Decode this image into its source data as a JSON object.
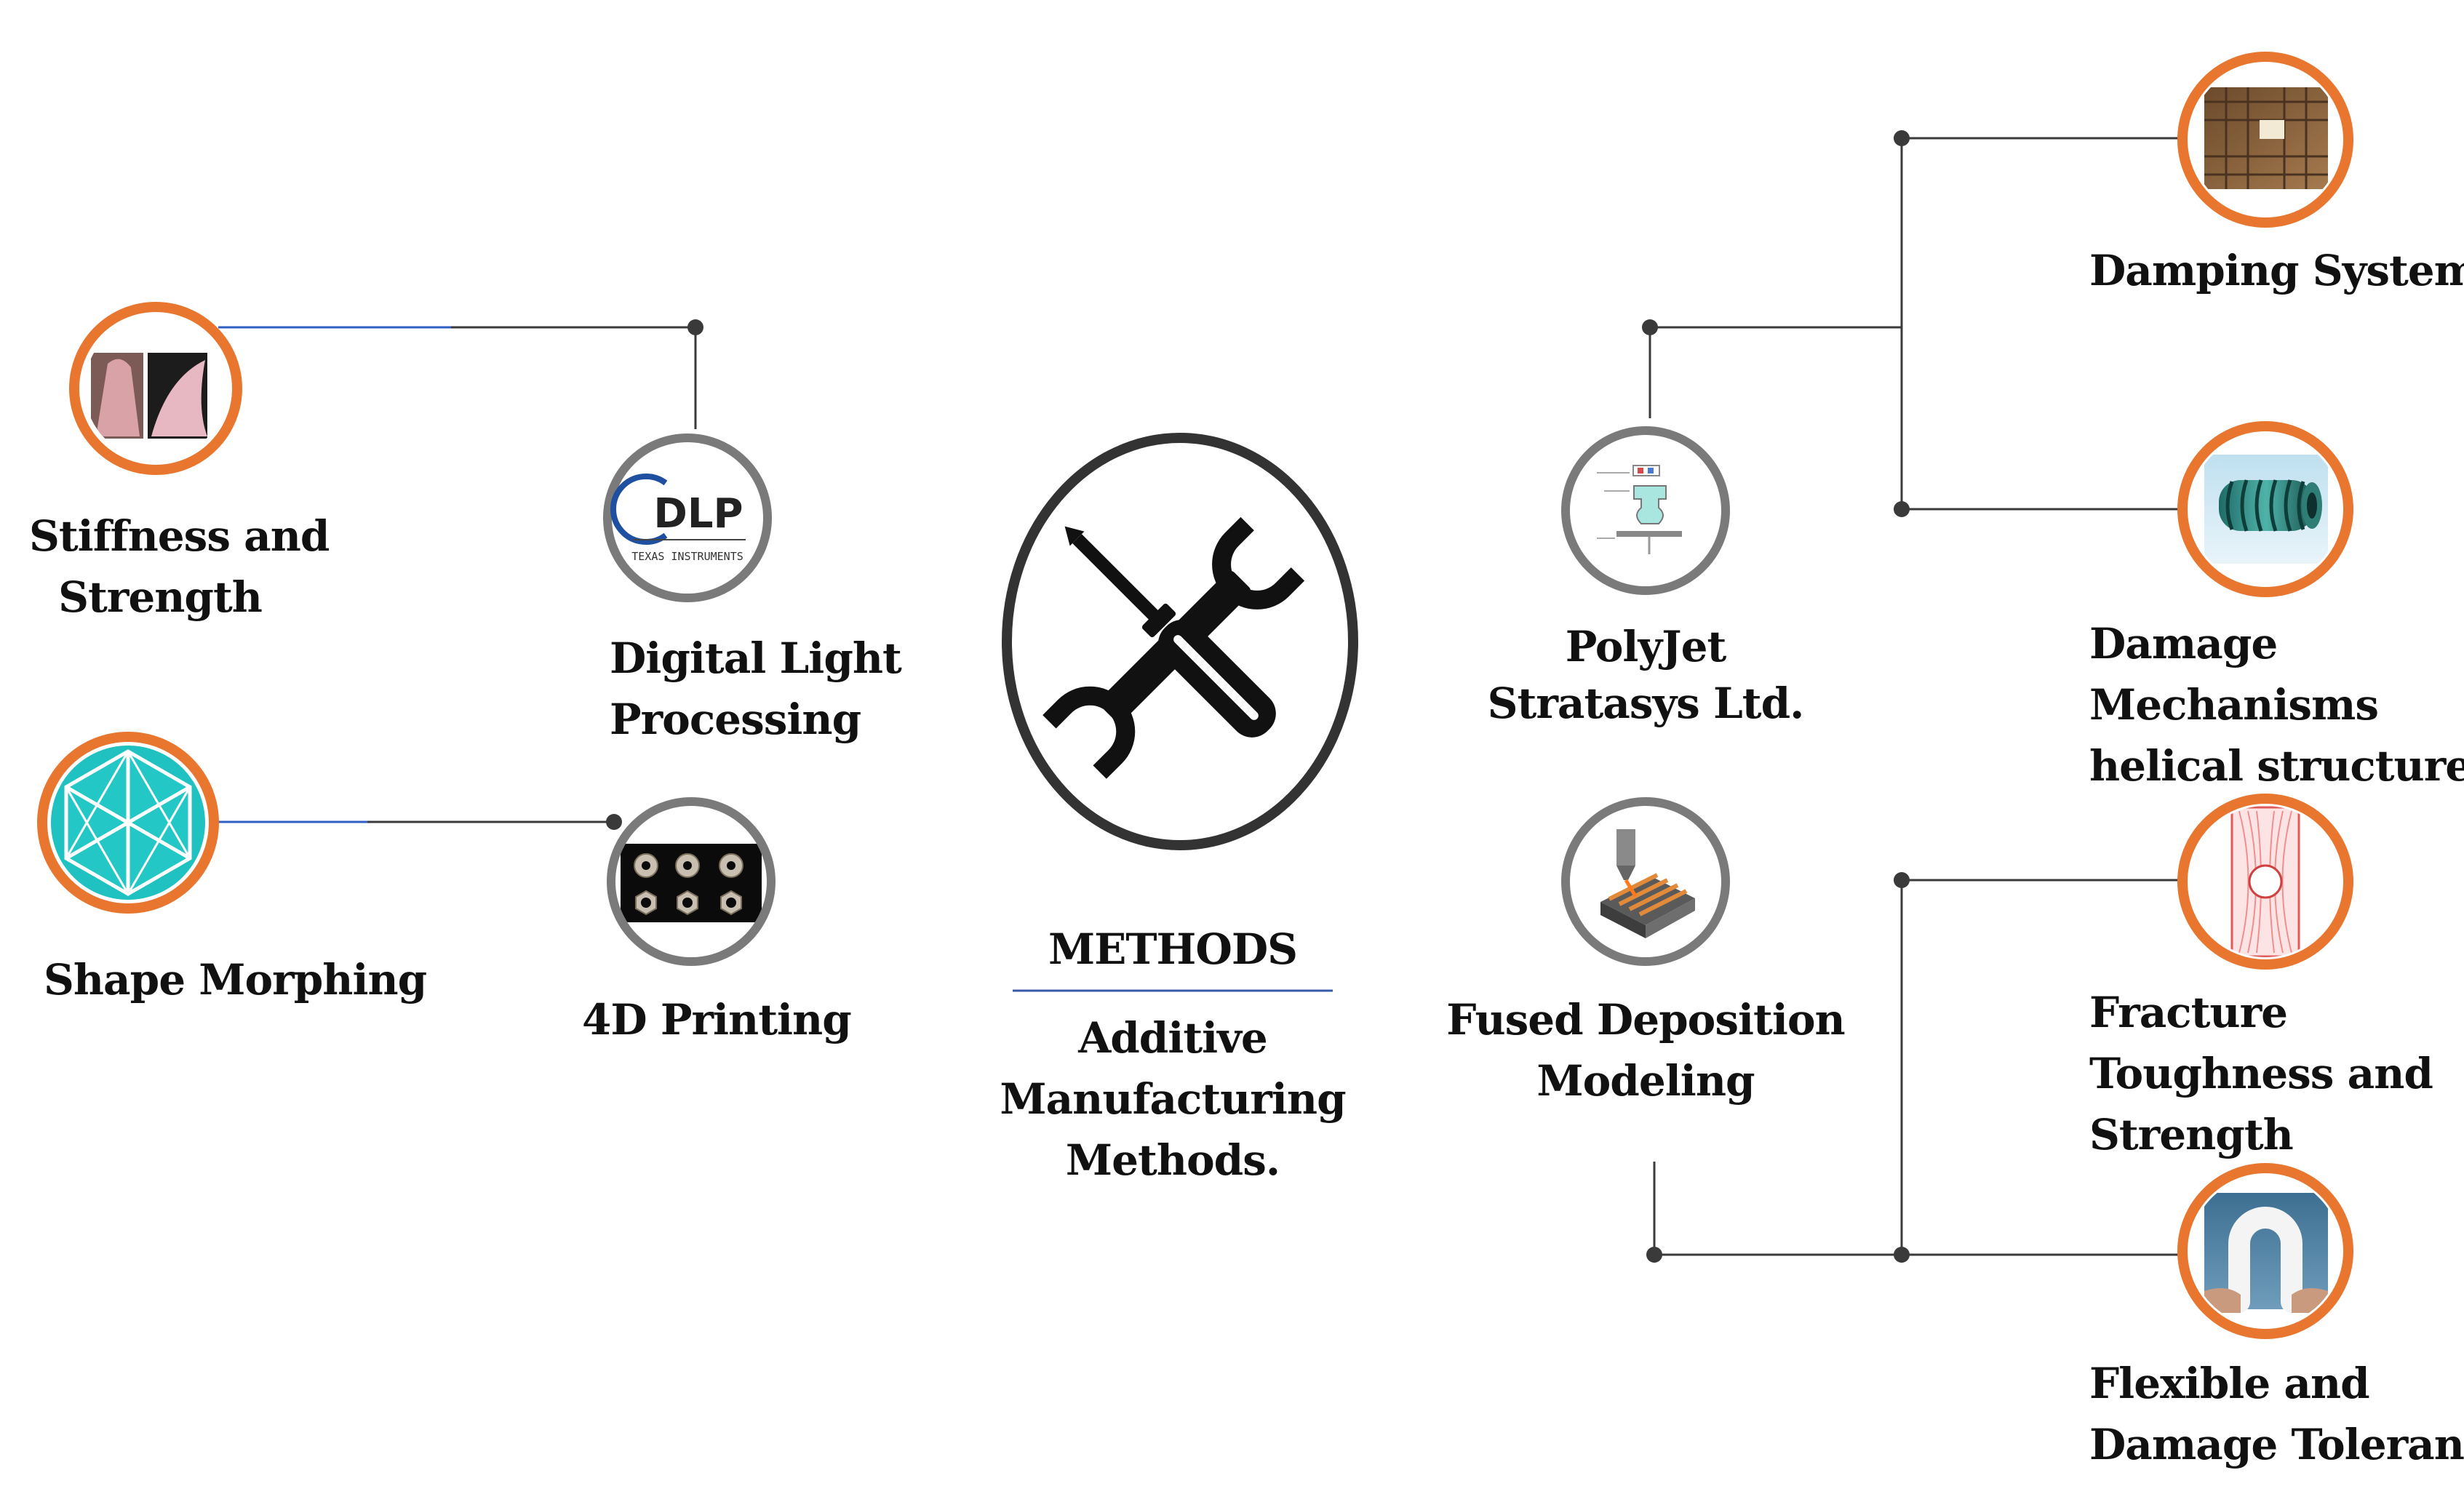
{
  "colors": {
    "ring_orange": "#E8762F",
    "ring_gray": "#7A7A7A",
    "line_dark": "#3a3a3a",
    "line_blue": "#2f5fc4",
    "text": "#111111"
  },
  "center": {
    "icon": "tools-icon",
    "heading": "METHODS",
    "subtitle_lines": [
      "Additive",
      "Manufacturing",
      "Methods."
    ]
  },
  "methods": {
    "dlp": {
      "lines": [
        "Digital Light",
        "Processing"
      ],
      "logo_text": "DLP",
      "logo_subtext": "TEXAS INSTRUMENTS"
    },
    "printing4d": {
      "lines": [
        "4D Printing"
      ]
    },
    "polyjet": {
      "lines": [
        "PolyJet",
        "Stratasys Ltd."
      ]
    },
    "fdm": {
      "lines": [
        "Fused Deposition",
        "Modeling"
      ]
    }
  },
  "properties": {
    "stiffness": {
      "lines": [
        "Stiffness and",
        "Strength"
      ]
    },
    "shape_morphing": {
      "lines": [
        "Shape Morphing"
      ]
    },
    "damping": {
      "lines": [
        "Damping System"
      ]
    },
    "damage_mechanisms": {
      "lines": [
        "Damage",
        "Mechanisms",
        "helical structures"
      ]
    },
    "fracture": {
      "lines": [
        "Fracture",
        "Toughness and",
        "Strength"
      ]
    },
    "flexible": {
      "lines": [
        "Flexible and",
        "Damage Tolerance"
      ]
    }
  }
}
